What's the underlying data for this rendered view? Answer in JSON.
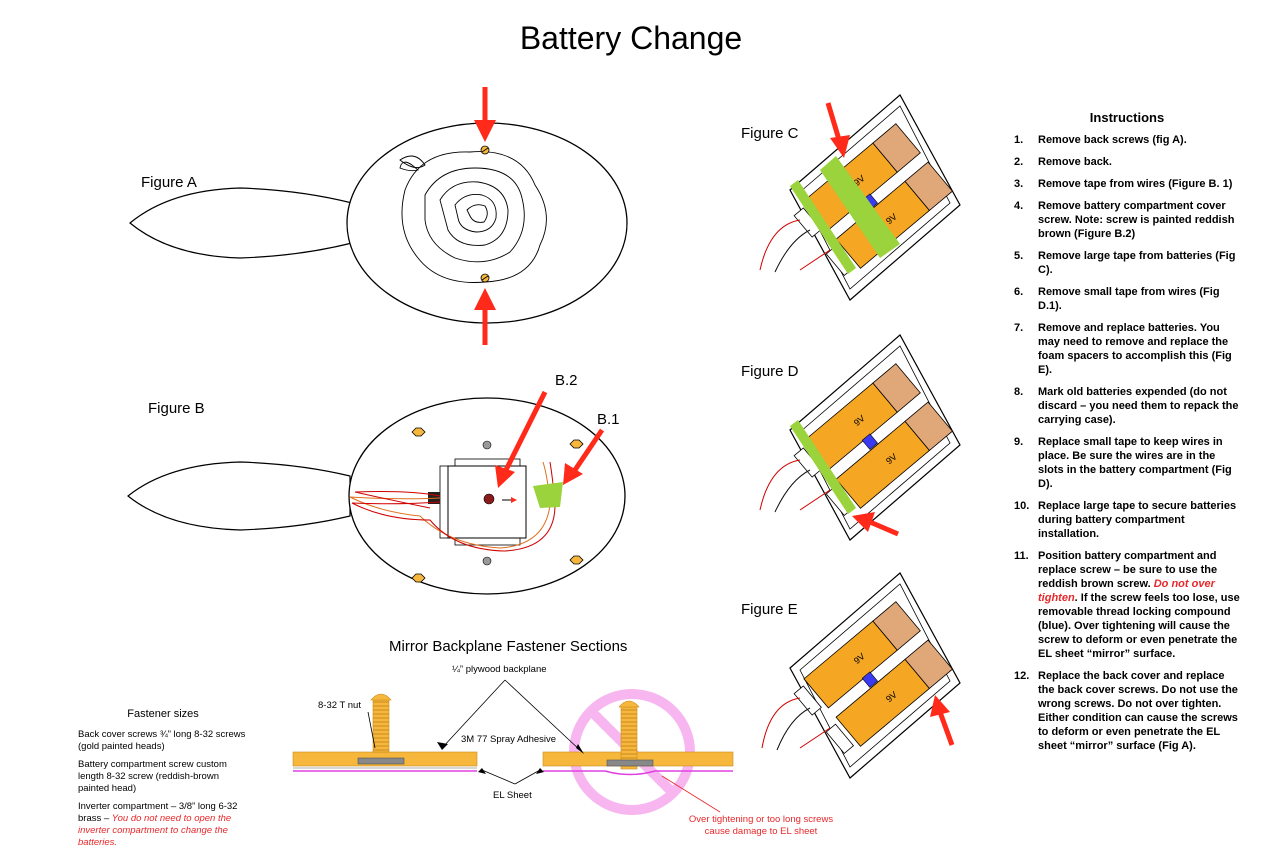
{
  "title": "Battery Change",
  "figures": {
    "a": "Figure A",
    "b": "Figure B",
    "b2": "B.2",
    "b1": "B.1",
    "c": "Figure C",
    "d": "Figure D",
    "e": "Figure E"
  },
  "battery_label": "9V",
  "sections": {
    "title": "Mirror Backplane Fastener Sections",
    "plywood": "¼” plywood backplane",
    "tnut": "8-32 T nut",
    "adhesive": "3M 77 Spray Adhesive",
    "el_sheet": "EL Sheet",
    "damage_line1": "Over tightening or too long screws",
    "damage_line2": "cause damage to EL sheet"
  },
  "fastener_sizes": {
    "title": "Fastener sizes",
    "back_cover": "Back cover screws ¾” long 8-32 screws (gold painted heads)",
    "battery_screw": "Battery compartment screw custom length 8-32 screw (reddish-brown painted head)",
    "inverter": "Inverter compartment – 3/8” long 6-32 brass – ",
    "inverter_note": "You do not need to open the inverter compartment to change the batteries."
  },
  "instructions": {
    "title": "Instructions",
    "items": [
      {
        "num": "1.",
        "text": "Remove back screws (fig A)."
      },
      {
        "num": "2.",
        "text": "Remove back."
      },
      {
        "num": "3.",
        "text": "Remove tape from wires (Figure B. 1)"
      },
      {
        "num": "4.",
        "text": "Remove battery compartment cover screw. Note: screw is painted reddish brown (Figure B.2)"
      },
      {
        "num": "5.",
        "text": "Remove large tape from batteries (Fig C)."
      },
      {
        "num": "6.",
        "text": "Remove small tape from wires (Fig D.1)."
      },
      {
        "num": "7.",
        "text": "Remove and replace batteries. You may need to remove and replace the foam spacers to accomplish this (Fig E)."
      },
      {
        "num": "8.",
        "text": "Mark old batteries expended (do not discard – you need them to repack the carrying case)."
      },
      {
        "num": "9.",
        "text": "Replace small tape to keep wires in place. Be sure the wires are in the slots in the battery compartment (Fig D)."
      },
      {
        "num": "10.",
        "text": "Replace large tape to secure batteries during battery compartment installation."
      }
    ],
    "item11": {
      "num": "11.",
      "pre": "Position battery compartment and replace screw – be sure to use the reddish brown screw. ",
      "warn": "Do not over tighten",
      "post": ". If the screw feels too lose, use removable thread locking compound (blue). Over tightening will cause the screw to deform or even penetrate the EL sheet “mirror” surface."
    },
    "item12": {
      "num": "12.",
      "text": "Replace the back cover and replace the back cover screws. Do not use the wrong screws. Do not over tighten. Either condition can cause the screws to deform or even penetrate the EL sheet “mirror” surface (Fig A)."
    }
  },
  "colors": {
    "arrow": "#ff2a1a",
    "battery": "#f5a623",
    "tape": "#9bd33c",
    "foam": "#e0a878",
    "el_sheet": "#e040e0",
    "screw_gold": "#f6b73c"
  }
}
